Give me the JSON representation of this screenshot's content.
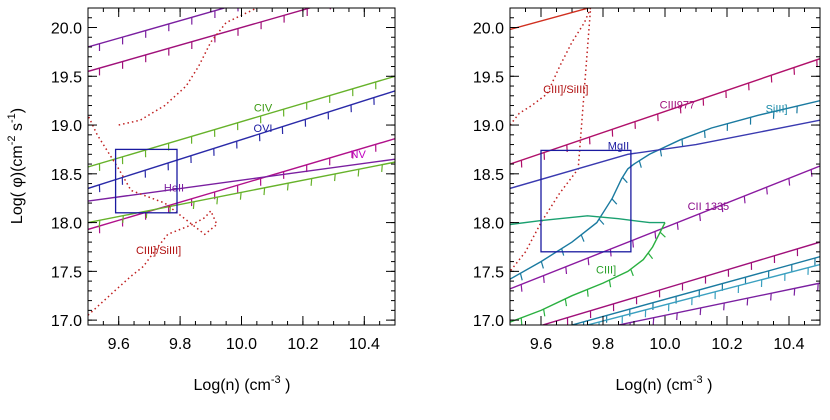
{
  "chart_data": [
    {
      "type": "line",
      "xlabel": "Log(n) (cm",
      "xlabel_sup": "-3",
      "xlabel_end": " )",
      "ylabel_parts": [
        "Log( ",
        "φ",
        ")(cm",
        "-2",
        " s",
        "-1",
        ")"
      ],
      "xlim": [
        9.5,
        10.5
      ],
      "ylim": [
        16.95,
        20.2
      ],
      "xticks": [
        "9.6",
        "9.8",
        "10.0",
        "10.2",
        "10.4"
      ],
      "yticks": [
        "17.0",
        "17.5",
        "18.0",
        "18.5",
        "19.0",
        "19.5",
        "20.0"
      ],
      "box": {
        "x": [
          9.59,
          9.79
        ],
        "y": [
          18.1,
          18.75
        ],
        "color": "#1a1aa0"
      },
      "series": [
        {
          "color": "#7a1fa0",
          "style": "solid",
          "ticks": true,
          "x": [
            9.5,
            10.5
          ],
          "y": [
            19.8,
            20.7
          ]
        },
        {
          "color": "#a0107a",
          "style": "solid",
          "ticks": true,
          "x": [
            9.5,
            10.5
          ],
          "y": [
            19.55,
            20.45
          ]
        },
        {
          "name": "CIV",
          "label": "CIV",
          "label_color": "#3a9a10",
          "label_at": [
            10.07,
            19.14
          ],
          "color": "#66b22a",
          "style": "solid",
          "ticks": true,
          "x": [
            9.5,
            10.5
          ],
          "y": [
            18.57,
            19.5
          ]
        },
        {
          "name": "OVI",
          "label": "OVI",
          "label_color": "#1a1aa0",
          "label_at": [
            10.07,
            18.93
          ],
          "color": "#2a2aa8",
          "style": "solid",
          "ticks": true,
          "x": [
            9.5,
            10.5
          ],
          "y": [
            18.35,
            19.35
          ]
        },
        {
          "name": "NV",
          "label": "NV",
          "label_color": "#c000c0",
          "label_at": [
            10.38,
            18.66
          ],
          "color": "#b0108a",
          "style": "solid",
          "ticks": true,
          "x": [
            9.5,
            10.5
          ],
          "y": [
            17.93,
            18.86
          ]
        },
        {
          "name": "HeII",
          "label": "HeII",
          "label_color": "#7a1fa0",
          "label_at": [
            9.78,
            18.32
          ],
          "color": "#7a1fa0",
          "style": "solid",
          "ticks": false,
          "x": [
            9.5,
            10.5
          ],
          "y": [
            18.22,
            18.65
          ]
        },
        {
          "color": "#66b22a",
          "style": "solid",
          "ticks": true,
          "x": [
            9.5,
            10.5
          ],
          "y": [
            18.0,
            18.62
          ]
        },
        {
          "name": "CIII]/SiIII]",
          "label": "CIII]/SiIII]",
          "label_color": "#b01010",
          "label_at": [
            9.73,
            17.68
          ],
          "color": "#c02020",
          "style": "dotted",
          "ticks": false,
          "x": [
            9.5,
            9.58,
            9.64,
            9.68,
            9.72,
            9.76,
            9.84,
            9.88,
            9.9,
            9.92,
            9.88,
            9.75,
            9.64,
            9.6,
            9.53,
            9.5
          ],
          "y": [
            17.05,
            17.28,
            17.45,
            17.55,
            17.72,
            17.88,
            17.98,
            18.05,
            18.12,
            17.98,
            17.88,
            18.2,
            18.33,
            18.55,
            18.9,
            19.1
          ]
        },
        {
          "color": "#c02020",
          "style": "dotted",
          "ticks": false,
          "x": [
            9.6,
            9.67,
            9.75,
            9.82,
            9.86,
            9.9,
            9.95,
            10.05
          ],
          "y": [
            19.0,
            19.05,
            19.2,
            19.4,
            19.6,
            19.85,
            20.05,
            20.2
          ]
        }
      ]
    },
    {
      "type": "line",
      "xlabel": "Log(n) (cm",
      "xlabel_sup": "-3",
      "xlabel_end": " )",
      "xlim": [
        9.5,
        10.5
      ],
      "ylim": [
        16.95,
        20.2
      ],
      "xticks": [
        "9.6",
        "9.8",
        "10.0",
        "10.2",
        "10.4"
      ],
      "yticks": [
        "17.0",
        "17.5",
        "18.0",
        "18.5",
        "19.0",
        "19.5",
        "20.0"
      ],
      "box": {
        "x": [
          9.6,
          9.89
        ],
        "y": [
          17.7,
          18.74
        ],
        "color": "#1a1aa0"
      },
      "series": [
        {
          "color": "#d03020",
          "style": "solid",
          "ticks": false,
          "x": [
            9.5,
            10.5
          ],
          "y": [
            19.98,
            20.85
          ]
        },
        {
          "name": "CIII]/SiIII]",
          "label": "CIII]/SiIII]",
          "label_color": "#b01010",
          "label_at": [
            9.68,
            19.33
          ],
          "color": "#c02020",
          "style": "dotted",
          "ticks": false,
          "x": [
            9.5,
            9.53,
            9.57,
            9.62,
            9.66,
            9.7,
            9.74,
            9.76,
            9.72,
            9.66,
            9.6,
            9.55,
            9.5
          ],
          "y": [
            19.0,
            19.12,
            19.2,
            19.32,
            19.6,
            19.85,
            20.05,
            20.2,
            18.55,
            18.3,
            18.0,
            17.7,
            17.5
          ]
        },
        {
          "name": "CIII977",
          "label": "CIII977",
          "label_color": "#a0107a",
          "label_at": [
            10.04,
            19.17
          ],
          "color": "#b0106a",
          "style": "solid",
          "ticks": true,
          "x": [
            9.5,
            10.5
          ],
          "y": [
            18.6,
            19.68
          ]
        },
        {
          "name": "SiIII]",
          "label": "SiIII]",
          "label_color": "#1a8aa8",
          "label_at": [
            10.36,
            19.13
          ],
          "color": "#1a7aa0",
          "style": "solid",
          "ticks": true,
          "x": [
            9.5,
            9.6,
            9.7,
            9.78,
            9.83,
            9.86,
            9.88,
            9.9,
            9.95,
            10.05,
            10.15,
            10.3,
            10.5
          ],
          "y": [
            17.42,
            17.6,
            17.8,
            18.0,
            18.25,
            18.45,
            18.55,
            18.6,
            18.7,
            18.85,
            18.97,
            19.1,
            19.25
          ]
        },
        {
          "name": "MgII",
          "label": "MgII",
          "label_color": "#1a1aa0",
          "label_at": [
            9.85,
            18.75
          ],
          "color": "#3a3ab0",
          "style": "solid",
          "ticks": false,
          "x": [
            9.5,
            9.88,
            10.1,
            10.5
          ],
          "y": [
            18.35,
            18.7,
            18.8,
            19.05
          ]
        },
        {
          "name": "CII 1335",
          "label": "CII 1335",
          "label_color": "#8a0a8a",
          "label_at": [
            10.14,
            18.13
          ],
          "color": "#8a1aa0",
          "style": "solid",
          "ticks": true,
          "x": [
            9.5,
            10.5
          ],
          "y": [
            17.32,
            18.58
          ]
        },
        {
          "color": "#1aa070",
          "style": "solid",
          "ticks": false,
          "x": [
            9.5,
            9.6,
            9.75,
            9.85,
            9.95,
            10.0
          ],
          "y": [
            17.98,
            18.02,
            18.07,
            18.04,
            18.0,
            18.0
          ]
        },
        {
          "name": "CIII]",
          "label": "CIII]",
          "label_color": "#2aa02a",
          "label_at": [
            9.81,
            17.48
          ],
          "color": "#2ab040",
          "style": "solid",
          "ticks": true,
          "x": [
            9.5,
            9.6,
            9.7,
            9.8,
            9.88,
            9.93,
            9.96,
            10.0
          ],
          "y": [
            16.98,
            17.1,
            17.25,
            17.38,
            17.5,
            17.62,
            17.75,
            18.0
          ]
        },
        {
          "color": "#a0107a",
          "style": "solid",
          "ticks": true,
          "x": [
            9.5,
            10.5
          ],
          "y": [
            16.85,
            17.8
          ]
        },
        {
          "color": "#1a7aa0",
          "style": "solid",
          "ticks": true,
          "x": [
            9.7,
            10.5
          ],
          "y": [
            16.95,
            17.65
          ]
        },
        {
          "color": "#3aa0c0",
          "style": "solid",
          "ticks": true,
          "x": [
            9.75,
            10.5
          ],
          "y": [
            16.95,
            17.57
          ]
        },
        {
          "color": "#7a1fa0",
          "style": "solid",
          "ticks": true,
          "x": [
            9.85,
            10.5
          ],
          "y": [
            16.95,
            17.38
          ]
        }
      ]
    }
  ]
}
